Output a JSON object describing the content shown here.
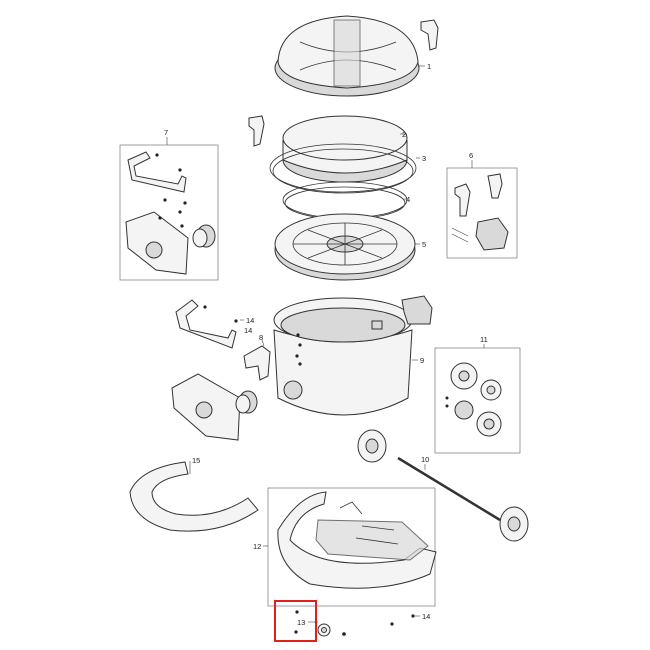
{
  "labels": {
    "p1": "1",
    "p2": "2",
    "p3": "3",
    "p4": "4",
    "p5": "5",
    "p6": "6",
    "p7": "7",
    "p8": "8",
    "p9": "9",
    "p10": "10",
    "p11": "11",
    "p12": "12",
    "p13": "13",
    "p14a": "14",
    "p14b": "14",
    "p14c": "14",
    "p15": "15"
  },
  "colors": {
    "highlight": "#e0201c",
    "outline": "#333333",
    "fill": "#f4f4f4"
  }
}
